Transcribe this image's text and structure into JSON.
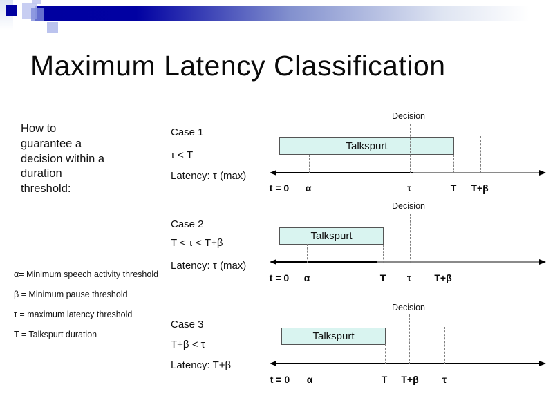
{
  "title": "Maximum Latency Classification",
  "intro": {
    "lines": [
      "How to",
      "guarantee a",
      "decision within a",
      "duration",
      "threshold:"
    ]
  },
  "legend": {
    "items": [
      "α= Minimum speech activity threshold",
      "β = Minimum pause threshold",
      "τ = maximum latency threshold",
      "T = Talkspurt duration"
    ]
  },
  "colors": {
    "accent_navy": "#0000a0",
    "talkspurt_fill": "#d9f4f0",
    "talkspurt_border": "#555555",
    "axis_black": "#000000",
    "axis_gray": "#8a8a8a",
    "dash_gray": "#7f7f7f"
  },
  "cases": [
    {
      "name": "Case 1",
      "condition": "τ < T",
      "latency": "Latency: τ (max)",
      "decision_label": "Decision",
      "talkspurt_label": "Talkspurt",
      "ticks": [
        "t = 0",
        "α",
        "τ",
        "T",
        "T+β"
      ]
    },
    {
      "name": "Case 2",
      "condition": "T < τ < T+β",
      "latency": "Latency: τ (max)",
      "decision_label": "Decision",
      "talkspurt_label": "Talkspurt",
      "ticks": [
        "t = 0",
        "α",
        "T",
        "τ",
        "T+β"
      ]
    },
    {
      "name": "Case 3",
      "condition": "T+β < τ",
      "latency": "Latency: T+β",
      "decision_label": "Decision",
      "talkspurt_label": "Talkspurt",
      "ticks": [
        "t = 0",
        "α",
        "T",
        "T+β",
        "τ"
      ]
    }
  ]
}
